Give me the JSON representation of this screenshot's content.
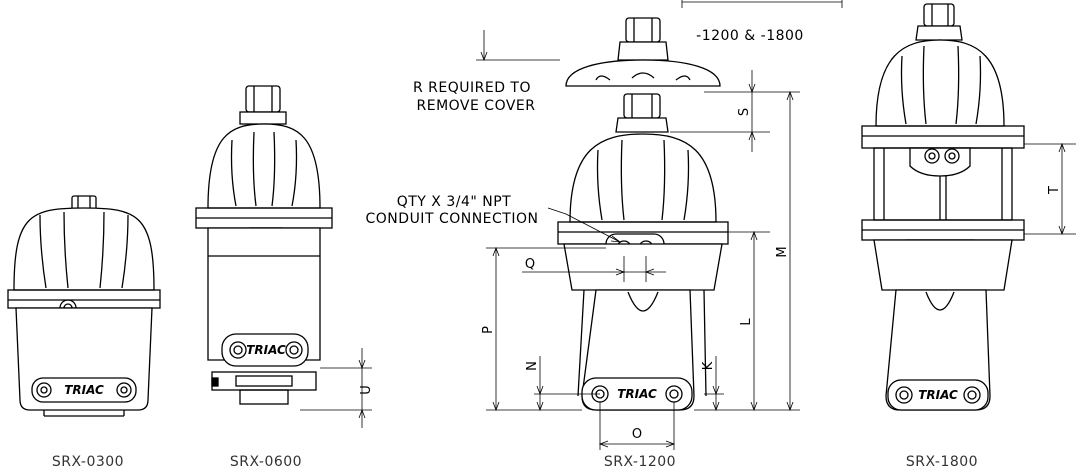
{
  "notes": {
    "variant_note": "-1200 & -1800",
    "remove_cover_line1": "R REQUIRED TO",
    "remove_cover_line2": "REMOVE COVER",
    "conduit_line1": "QTY X 3/4\" NPT",
    "conduit_line2": "CONDUIT CONNECTION"
  },
  "dimensions": {
    "s": "S",
    "m": "M",
    "l": "L",
    "t": "T",
    "p": "P",
    "q": "Q",
    "n": "N",
    "k": "K",
    "o": "O",
    "u": "U"
  },
  "captions": {
    "srx0300": "SRX-0300",
    "srx0600": "SRX-0600",
    "srx1200": "SRX-1200",
    "srx1800": "SRX-1800"
  },
  "logo_text": "TRIAC"
}
